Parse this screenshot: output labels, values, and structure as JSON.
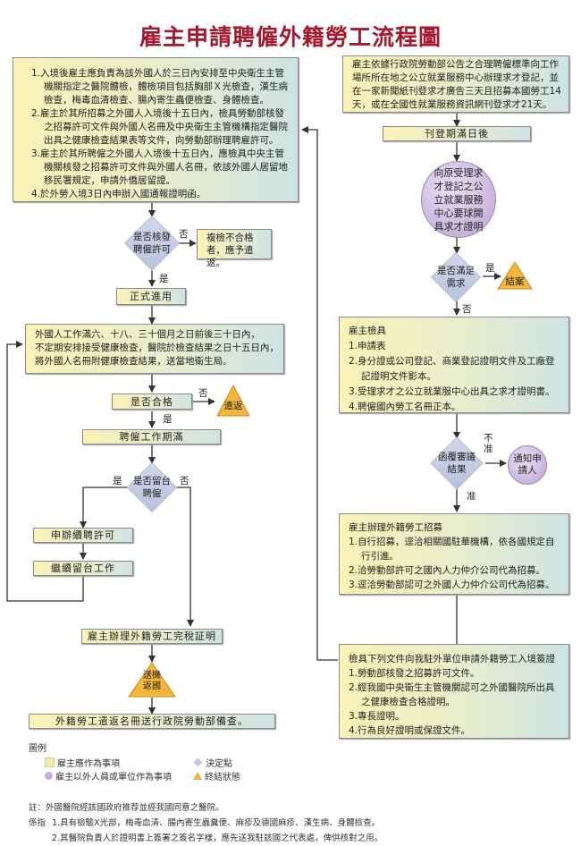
{
  "title": "雇主申請聘僱外籍勞工流程圖",
  "left": {
    "intro_box": {
      "items": [
        "1.入境後雇主應負責為該外國人於三日內安排至中央衛生主管機關指定之醫院體檢，體檢項目包括胸部Ｘ光檢查，漢生病檢查，梅毒血清檢查、腸內寄生蟲便檢查、身體檢查。",
        "2.雇主於其所招募之外國人入境後十五日內，檢具勞動部核發之招募許可文件與外國人名冊及中央衛生主管機構指定醫院出具之健康檢查結果表等文件，向勞動部辦理聘雇許可。",
        "3.雇主於其所聘僱之外國人入境後十五日內，應檢具中央主管機關核發之招募許可文件與外國人名冊，依該外國人居留地移民署規定，申請外僑居留證。",
        "4.於外勞入境3日內申辦入國通報證明函。"
      ]
    },
    "decision_permit": "是否核發聘僱許可",
    "decision_permit_no": "否",
    "decision_permit_yes": "是",
    "recheck_fail": "複檢不合格者，應予遣返。",
    "formal_hire": "正式進用",
    "health_check_box": [
      "外國人工作滿六、十八、三十個月之日前後三十日內，",
      "不定期安排接受健康檢查，醫院於檢查結果之日十五日內，",
      "將外國人名冊附健康檢查結果，送當地衛生局。"
    ],
    "qualified": "是否合格",
    "qualified_no": "否",
    "qualified_yes": "是",
    "repatriate": "遣返",
    "term_expired": "聘僱工作期滿",
    "stay_decision": "是否留台聘僱",
    "stay_yes": "是",
    "stay_no": "否",
    "renew_permit": "申辦續聘許可",
    "continue_work": "繼續留台工作",
    "tax_clearance": "雇主辦理外籍勞工完稅証明",
    "send_home": "送機返國",
    "final_report": "外籍勞工遣返名冊送行政院勞動部備查。"
  },
  "right": {
    "announce_box": "雇主依據行政院勞動部公告之合理聘僱標準向工作場所所在地之公立就業服務中心辦理求才登記，並在一家新聞紙刊登求才廣告三天且招募本國勞工14天，或在全國性就業服務資訊網刊登求才21天。",
    "after_publish": "刊登期滿日後",
    "apply_proof_circle": "向原受理求才登記之公立就業服務中心要球開具求才證明",
    "meet_demand": "是否滿足需求",
    "meet_yes": "是",
    "meet_no": "否",
    "close_case": "結案",
    "employer_docs": {
      "heading": "雇主檢具",
      "items": [
        "1.申請表",
        "2.身分證或公司登記、商業登記證明文件及工廠登記證明文件影本。",
        "3.受理求才之公立就業服中心出具之求才證明書。",
        "4.聘僱國內勞工名冊正本。"
      ]
    },
    "review_result": "函覆審議結果",
    "review_reject": "不准",
    "review_approve": "准",
    "notify_applicant": "通知申請人",
    "recruit_box": {
      "heading": "雇主辦理外籍勞工招募",
      "items": [
        "1.自行招募，逕洽相關國駐華機構，依各國規定自行引進。",
        "2.洽勞動部許可之國內人力仲介公司代為招募。",
        "3.逕洽勞動部認可之外國人力仲介公司代為招募。"
      ]
    },
    "visa_box": {
      "heading": "檢具下列文件向我駐外單位申請外籍勞工入境簽證",
      "items": [
        "1.勞動部核發之招募許可文件。",
        "2.經我國中央衛生主管機關認可之外國醫院所出具之健康檢查合格證明。",
        "3.專長證明。",
        "4.行為良好證明或保證文件。"
      ]
    }
  },
  "legend": {
    "title": "圖例",
    "employer_action": "雇主應作為事項",
    "decision_point": "決定點",
    "other_party_action": "雇主以外人員或單位作為事項",
    "terminal_state": "終結狀態"
  },
  "notes": {
    "line1": "註：外國醫院經該國政府推荐並經我國同意之醫院。",
    "line2_prefix": "係指",
    "line2": "1.具有檢驗X光部，梅毒血清、腸內寄生蟲糞便、麻疹及德國麻疹、漢生病、身體檢查。",
    "line3": "2.其醫院負責人於證明書上簽署之簽名字樣，應先送我駐該國之代表處，俾供核對之用。"
  },
  "colors": {
    "title": "#a5182d",
    "box_start": "#fbf2b6",
    "box_end": "#cfe3e4",
    "diamond": "#c4cbe1",
    "circle": "#c4aed9",
    "triangle": "#f2b63a",
    "line": "#333333"
  }
}
